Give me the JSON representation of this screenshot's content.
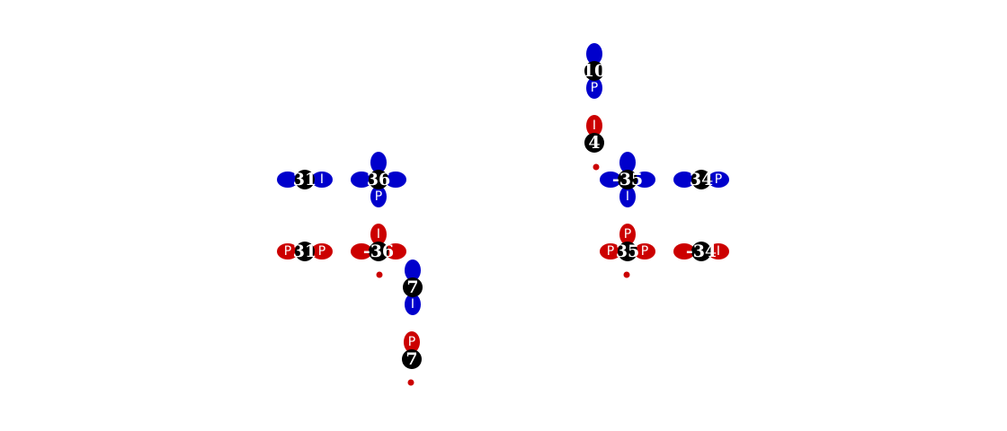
{
  "colors": {
    "blue": "#0000cc",
    "red": "#cc0000",
    "node": "#000000",
    "text": "#ffffff"
  },
  "nodes": [
    {
      "id": "n31b",
      "label": "31",
      "color": "blue",
      "lobes": [
        {
          "dir": "right",
          "letter": "I"
        },
        {
          "dir": "left",
          "letter": ""
        }
      ]
    },
    {
      "id": "n36b",
      "label": "36",
      "color": "blue",
      "lobes": [
        {
          "dir": "up",
          "letter": ""
        },
        {
          "dir": "left",
          "letter": ""
        },
        {
          "dir": "right",
          "letter": ""
        },
        {
          "dir": "down",
          "letter": "P"
        }
      ]
    },
    {
      "id": "n31r",
      "label": "31",
      "color": "red",
      "lobes": [
        {
          "dir": "left",
          "letter": "P"
        },
        {
          "dir": "right",
          "letter": "P"
        }
      ]
    },
    {
      "id": "n36r",
      "label": "-36",
      "color": "red",
      "lobes": [
        {
          "dir": "up",
          "letter": "I"
        },
        {
          "dir": "left",
          "letter": ""
        },
        {
          "dir": "right",
          "letter": ""
        }
      ]
    },
    {
      "id": "n7b",
      "label": "7",
      "color": "blue",
      "lobes": [
        {
          "dir": "up",
          "letter": ""
        },
        {
          "dir": "down",
          "letter": "I"
        }
      ]
    },
    {
      "id": "n7r",
      "label": "7",
      "color": "red",
      "lobes": [
        {
          "dir": "up",
          "letter": "P"
        }
      ]
    },
    {
      "id": "n10b",
      "label": "10",
      "color": "blue",
      "lobes": [
        {
          "dir": "up",
          "letter": ""
        },
        {
          "dir": "down",
          "letter": "P"
        }
      ]
    },
    {
      "id": "n4r",
      "label": "4",
      "color": "red",
      "lobes": [
        {
          "dir": "up",
          "letter": "I"
        }
      ]
    },
    {
      "id": "n35b",
      "label": "-35",
      "color": "blue",
      "lobes": [
        {
          "dir": "up",
          "letter": ""
        },
        {
          "dir": "left",
          "letter": ""
        },
        {
          "dir": "right",
          "letter": ""
        },
        {
          "dir": "down",
          "letter": "I"
        }
      ]
    },
    {
      "id": "n34b",
      "label": "34",
      "color": "blue",
      "lobes": [
        {
          "dir": "left",
          "letter": ""
        },
        {
          "dir": "right",
          "letter": "P"
        }
      ]
    },
    {
      "id": "n35r",
      "label": "35",
      "color": "red",
      "lobes": [
        {
          "dir": "up",
          "letter": "P"
        },
        {
          "dir": "left",
          "letter": "P"
        },
        {
          "dir": "right",
          "letter": "P"
        }
      ]
    },
    {
      "id": "n34r",
      "label": "-34",
      "color": "red",
      "lobes": [
        {
          "dir": "left",
          "letter": ""
        },
        {
          "dir": "right",
          "letter": "I"
        }
      ]
    }
  ],
  "dots": [
    {
      "id": "d1",
      "color": "red"
    },
    {
      "id": "d2",
      "color": "red"
    },
    {
      "id": "d3",
      "color": "red"
    },
    {
      "id": "d4",
      "color": "red"
    }
  ]
}
